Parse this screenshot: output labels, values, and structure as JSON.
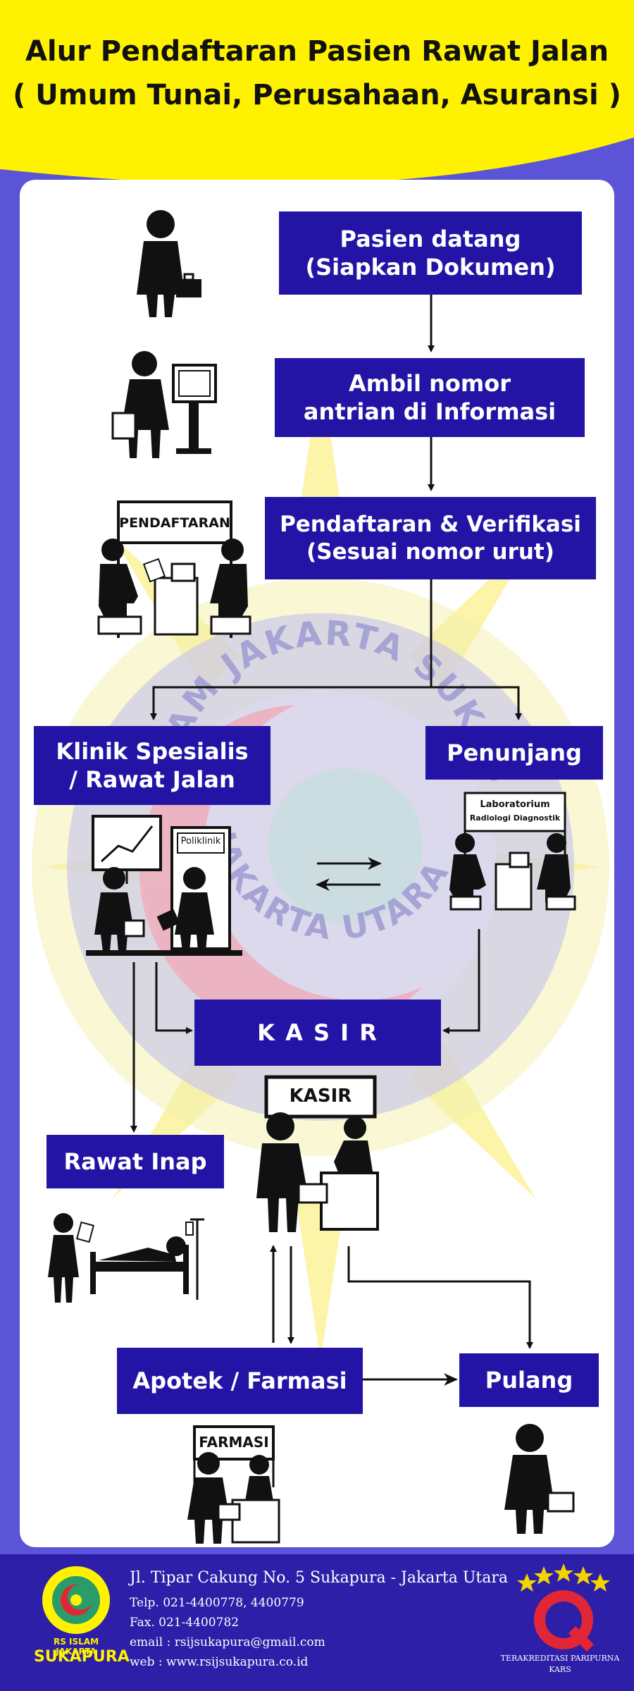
{
  "header": {
    "title_line1": "Alur Pendaftaran Pasien Rawat Jalan",
    "title_line2": "( Umum Tunai, Perusahaan, Asuransi )"
  },
  "flow": {
    "step1": {
      "line1": "Pasien datang",
      "line2": "(Siapkan Dokumen)"
    },
    "step2": {
      "line1": "Ambil nomor",
      "line2": "antrian di Informasi"
    },
    "step3": {
      "line1": "Pendaftaran & Verifikasi",
      "line2": "(Sesuai nomor urut)"
    },
    "klinik": {
      "line1": "Klinik Spesialis",
      "line2": "/ Rawat Jalan"
    },
    "penunjang": "Penunjang",
    "kasir": "K A S I R",
    "rawat_inap": "Rawat Inap",
    "apotek": "Apotek / Farmasi",
    "pulang": "Pulang"
  },
  "signs": {
    "pendaftaran": "PENDAFTARAN",
    "poliklinik": "Poliklinik",
    "lab_line1": "Laboratorium",
    "lab_line2": "Radiologi Diagnostik",
    "kasir": "KASIR",
    "farmasi": "FARMASI"
  },
  "watermark": {
    "top_text": "RS ISLAM JAKARTA SUKAPURA",
    "bottom_text": "JAKARTA UTARA"
  },
  "footer": {
    "logo_line1": "RS ISLAM JAKARTA",
    "logo_line2": "SUKAPURA",
    "address": "Jl. Tipar Cakung No. 5 Sukapura - Jakarta Utara",
    "phone": "Telp. 021-4400778, 4400779",
    "fax": "Fax. 021-4400782",
    "email": "email : rsijsukapura@gmail.com",
    "web": "web : www.rsijsukapura.co.id",
    "accreditation_line1": "TERAKREDITASI PARIPURNA",
    "accreditation_line2": "KARS"
  },
  "colors": {
    "box": "#2314a6",
    "header_yellow": "#fff200",
    "background": "#5b54d6",
    "footer": "#2d1fa8"
  }
}
